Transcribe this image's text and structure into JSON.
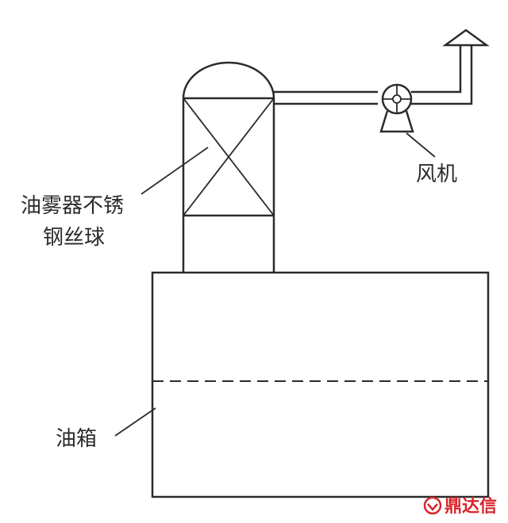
{
  "labels": {
    "filter_line1": "油雾器不锈",
    "filter_line2": "钢丝球",
    "fan": "风机",
    "tank": "油箱"
  },
  "watermark": {
    "text": "鼎达信",
    "color": "#d9262c"
  },
  "colors": {
    "line": "#2b2b2b",
    "background": "#ffffff"
  },
  "icons": {
    "exhaust_outlet": "up-arrow-icon",
    "fan": "fan-icon",
    "logo": "logo-icon"
  }
}
